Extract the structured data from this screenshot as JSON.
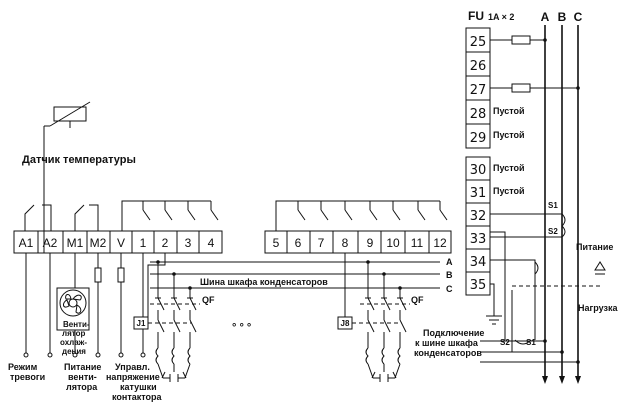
{
  "diagram": {
    "sensor_label": "Датчик температуры",
    "bottom_terminals": [
      "A1",
      "A2",
      "M1",
      "M2",
      "V",
      "1",
      "2",
      "3",
      "4"
    ],
    "right_bottom_terminals": [
      "5",
      "6",
      "7",
      "8",
      "9",
      "10",
      "11",
      "12"
    ],
    "bus_label": "Шина шкафа конденсаторов",
    "phase_labels": [
      "A",
      "B",
      "C"
    ],
    "qf_label": "QF",
    "j1_label": "J1",
    "j8_label": "J8",
    "ellipsis": "° ° °",
    "fan_label": [
      "Венти-",
      "лятор",
      "охлаж-",
      "дения"
    ],
    "captions": {
      "alarm": [
        "Режим",
        "тревоги"
      ],
      "fan_power": [
        "Питание",
        "венти-",
        "лятора"
      ],
      "coil": [
        "Управл.",
        "напряжение",
        "катушки",
        "контактора"
      ]
    }
  },
  "right_panel": {
    "header_fu": "FU",
    "header_rating": "1A × 2",
    "phases": [
      "A",
      "B",
      "C"
    ],
    "terminals": [
      {
        "num": "25",
        "label": ""
      },
      {
        "num": "26",
        "label": ""
      },
      {
        "num": "27",
        "label": ""
      },
      {
        "num": "28",
        "label": "Пустой"
      },
      {
        "num": "29",
        "label": "Пустой"
      },
      {
        "num": "30",
        "label": "Пустой"
      },
      {
        "num": "31",
        "label": "Пустой"
      },
      {
        "num": "32",
        "label": ""
      },
      {
        "num": "33",
        "label": ""
      },
      {
        "num": "34",
        "label": ""
      },
      {
        "num": "35",
        "label": ""
      }
    ],
    "s1_label": "S1",
    "s2_label": "S2",
    "power_label": "Питание",
    "load_label": "Нагрузка",
    "connection_label": [
      "Подключение",
      "к шине шкафа",
      "конденсаторов"
    ],
    "s2_bottom": "S2",
    "s1_bottom": "S1"
  }
}
